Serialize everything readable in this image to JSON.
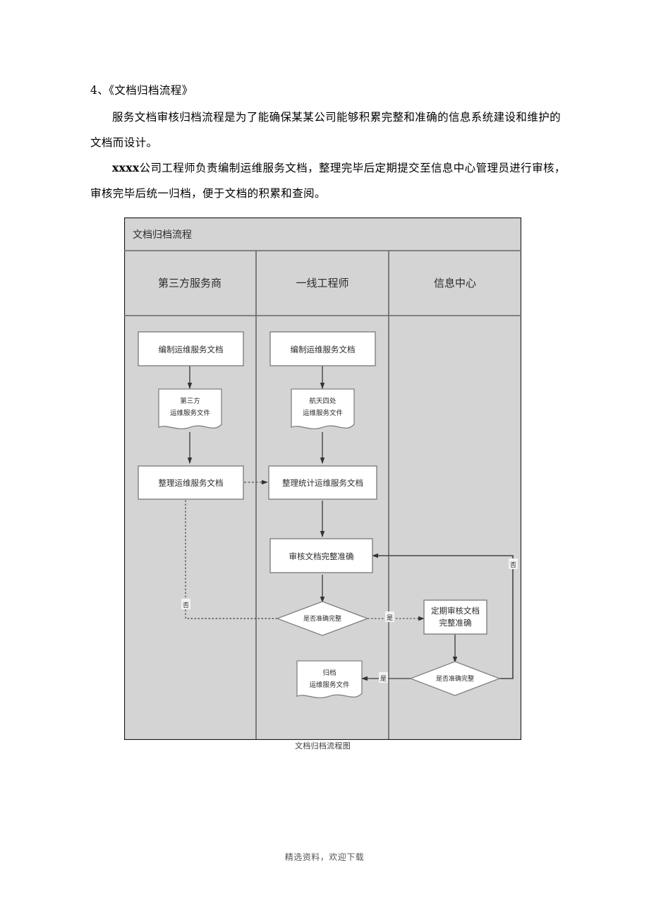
{
  "document": {
    "paragraphs": [
      {
        "id": "heading",
        "text": "4、《文档归档流程》"
      },
      {
        "id": "p1",
        "text": "服务文档审核归档流程是为了能确保某某公司能够积累完整和准确的信息系统建设和维护的文档而设计。"
      },
      {
        "id": "p2_bold",
        "text": "xxxx",
        "rest": "公司工程师负责编制运维服务文档，整理完毕后定期提交至信息中心管理员进行审核，审核完毕后统一归档，便于文档的积累和查阅。"
      }
    ],
    "footer": "精选资料，欢迎下载"
  },
  "flowchart": {
    "title": "文档归档流程",
    "caption": "文档归档流程图",
    "lanes": [
      {
        "id": "lane-third-party",
        "label": "第三方服务商"
      },
      {
        "id": "lane-frontline-engineer",
        "label": "一线工程师"
      },
      {
        "id": "lane-information-center",
        "label": "信息中心"
      }
    ],
    "nodes": [
      {
        "id": "n1",
        "type": "process",
        "lane": 0,
        "text": "编制运维服务文档"
      },
      {
        "id": "n2",
        "type": "document",
        "lane": 0,
        "line1": "第三方",
        "line2": "运维服务文件"
      },
      {
        "id": "n3",
        "type": "process",
        "lane": 0,
        "text": "整理运维服务文档"
      },
      {
        "id": "n4",
        "type": "process",
        "lane": 1,
        "text": "编制运维服务文档"
      },
      {
        "id": "n5",
        "type": "document",
        "lane": 1,
        "line1": "航天四处",
        "line2": "运维服务文件"
      },
      {
        "id": "n6",
        "type": "process",
        "lane": 1,
        "text": "整理统计运维服务文档"
      },
      {
        "id": "n7",
        "type": "process",
        "lane": 1,
        "text": "审核文档完整准确"
      },
      {
        "id": "n8",
        "type": "decision",
        "lane": 1,
        "text": "是否准确完整"
      },
      {
        "id": "n9",
        "type": "document",
        "lane": 1,
        "line1": "归档",
        "line2": "运维服务文件"
      },
      {
        "id": "n10",
        "type": "process",
        "lane": 2,
        "line1": "定期审核文档",
        "line2": "完整准确"
      },
      {
        "id": "n11",
        "type": "decision",
        "lane": 2,
        "text": "是否准确完整"
      }
    ],
    "edge_labels": {
      "yes_1": "是",
      "no_1": "否",
      "yes_2": "是",
      "no_2": "否"
    }
  },
  "colors": {
    "lane_background": "#d4d4d4",
    "node_fill": "#ffffff",
    "border": "#808080",
    "line": "#555555",
    "text": "#2b2b2b"
  }
}
